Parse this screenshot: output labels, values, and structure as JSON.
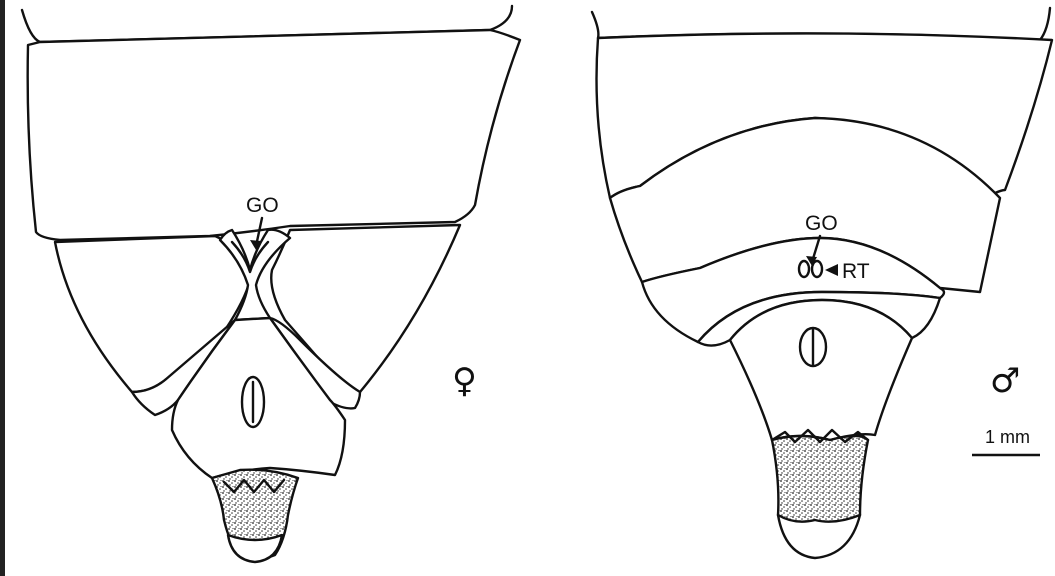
{
  "female": {
    "label_go": "GO",
    "sex_symbol": "♀"
  },
  "male": {
    "label_go": "GO",
    "label_rt": "RT",
    "sex_symbol": "♂"
  },
  "scale_bar": {
    "label": "1 mm"
  },
  "colors": {
    "ink": "#111111",
    "paper": "#ffffff"
  }
}
